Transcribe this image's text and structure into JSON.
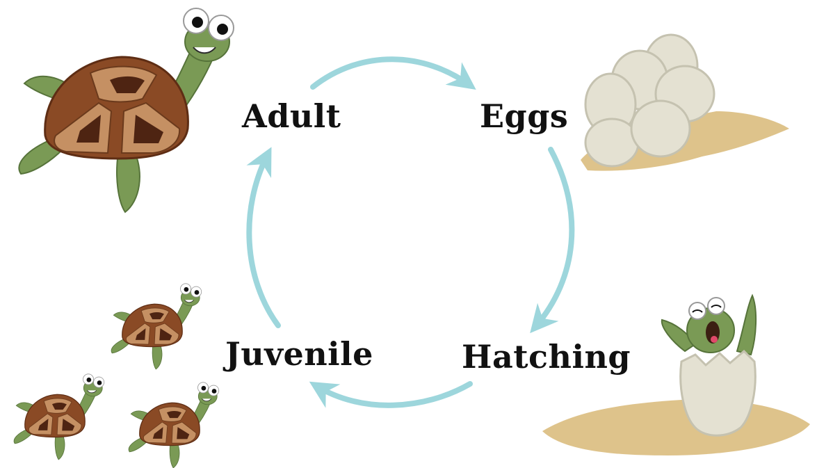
{
  "diagram": {
    "stages": [
      {
        "label": "Adult"
      },
      {
        "label": "Eggs"
      },
      {
        "label": "Hatching"
      },
      {
        "label": "Juvenile"
      }
    ],
    "cycle_direction": "clockwise",
    "arrow_color": "#9dd6dc",
    "icons": {
      "adult": "adult-turtle-icon",
      "eggs": "egg-clutch-icon",
      "hatching": "hatchling-in-egg-icon",
      "juvenile": "juvenile-turtles-icon"
    },
    "colors": {
      "turtle_skin": "#7a9a55",
      "shell_outer": "#8a4a25",
      "shell_plate": "#c59063",
      "shell_dark": "#4e2412",
      "egg": "#e4e1d2",
      "sand": "#d8b877"
    }
  }
}
